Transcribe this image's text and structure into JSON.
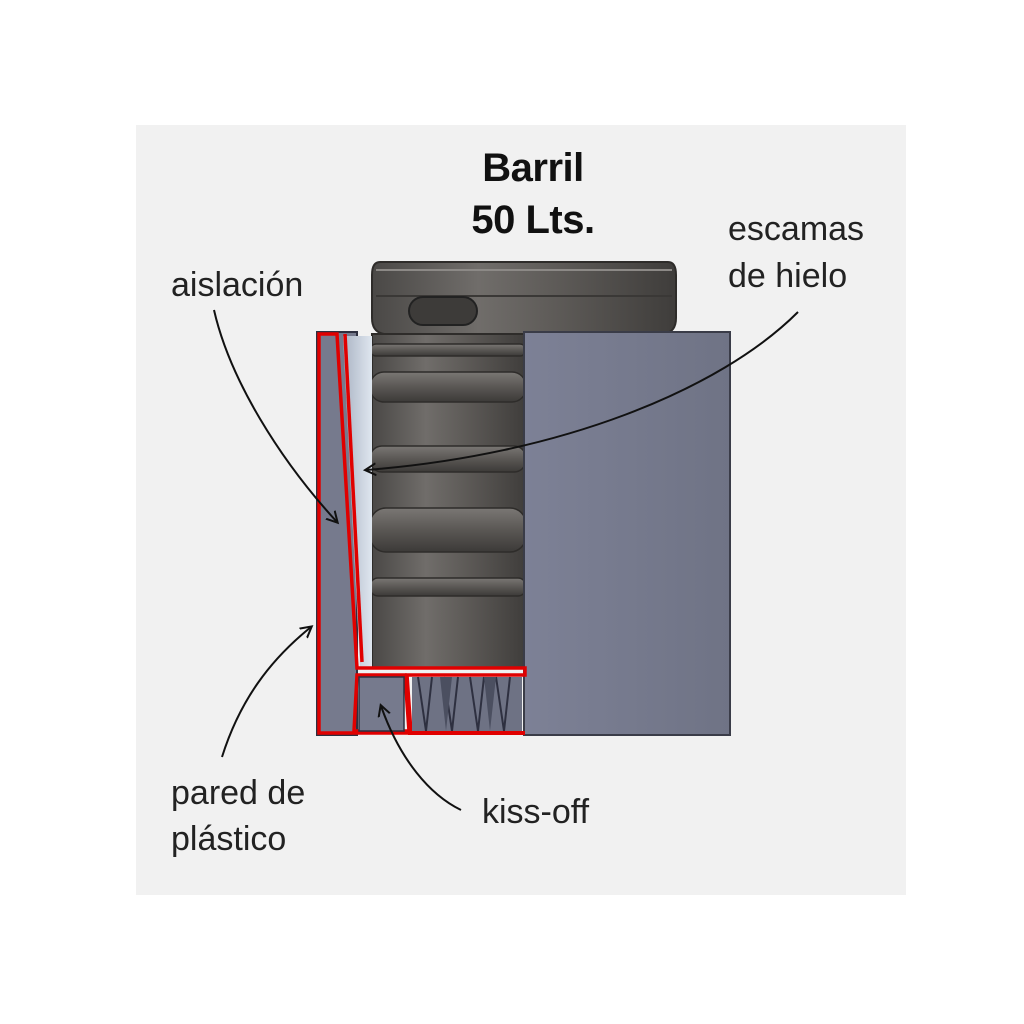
{
  "title": {
    "line1": "Barril",
    "line2": "50 Lts."
  },
  "labels": {
    "insulation": "aislación",
    "ice_flakes_line1": "escamas",
    "ice_flakes_line2": "de hielo",
    "plastic_wall_line1": "pared de",
    "plastic_wall_line2": "plástico",
    "kiss_off": "kiss-off"
  },
  "colors": {
    "background": "#f1f1f1",
    "insulation_outline": "#e00000",
    "keg_body": "#5c5a57",
    "housing": "#7b7f93",
    "ice": "#c9d4e3"
  }
}
